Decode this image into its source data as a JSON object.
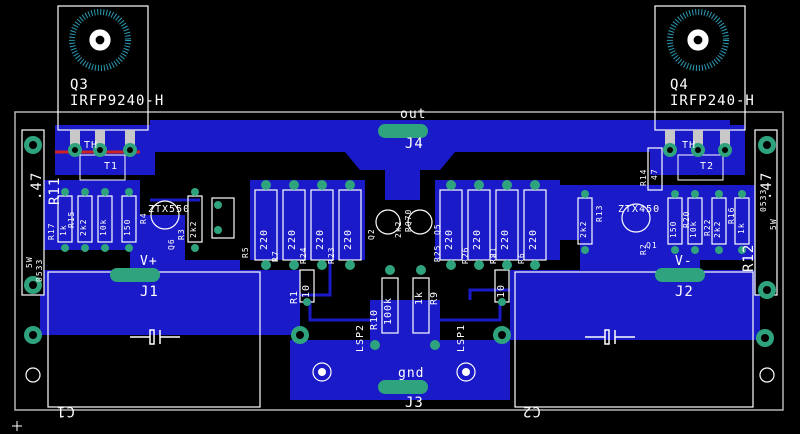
{
  "board": {
    "colors": {
      "background": "#000000",
      "copper": "#1a1ac8",
      "pad": "#2fa37e",
      "silkscreen": "#ffffff",
      "outline": "#b4b4b4",
      "drill": "#000000",
      "highlight": "#cc2222"
    },
    "connectors": {
      "out_label": "out",
      "out_name": "J4",
      "gnd_label": "gnd",
      "gnd_name": "J3",
      "vplus_label": "V+",
      "vplus_name": "J1",
      "vminus_label": "V-",
      "vminus_name": "J2",
      "lsp1": "LSP1",
      "lsp2": "LSP2"
    },
    "transistors": {
      "q3_name": "Q3",
      "q3_value": "IRFP9240-H",
      "q4_name": "Q4",
      "q4_value": "IRFP240-H",
      "q1": "Q1",
      "q2": "Q2",
      "q5": "Q5",
      "q6": "Q6",
      "ztx550": "ZTX550",
      "ztx450": "ZTX450",
      "t1": "T1",
      "t2": "T2",
      "th": "TH",
      "th2": "TH"
    },
    "capacitors": {
      "c1": "C1",
      "c2": "C2"
    },
    "resistors": {
      "r1": "R1",
      "r1_val": "10",
      "r2": "R2",
      "r2_val": "220",
      "r3": "R3",
      "r3_val": "2k2",
      "r4": "R4",
      "r4_val": "150",
      "r5": "R5",
      "r5_val": "220",
      "r6": "R6",
      "r6_val": "220",
      "r7": "R7",
      "r7_val": "220",
      "r8": "R8",
      "r8_val": "10",
      "r9": "R9",
      "r9_val": "1k",
      "r10": "R10",
      "r10_val": "100k",
      "r11": "R11",
      "r11_val": ".47",
      "r11_rating": "5W",
      "r11_type": "0533",
      "r12": "R12",
      "r12_val": ".47",
      "r12_rating": "5W",
      "r12_type": "0533",
      "r13": "R13",
      "r13_val": "2k2",
      "r14": "R14",
      "r14_val": "47",
      "r15": "R15",
      "r15_val": "2k2",
      "r16": "R16",
      "r16_val": "1k",
      "r17": "R17",
      "r17_val": "1k",
      "r18": "R18",
      "r18_val": "150",
      "r19": "R19",
      "r19_val": "10k",
      "r20": "R20",
      "r20_val": "10k",
      "r21": "R21",
      "r21_val": "220",
      "r22": "R22",
      "r22_val": "2k2",
      "r23": "R23",
      "r23_val": "220",
      "r24": "R24",
      "r24_val": "220",
      "r25": "R25",
      "r25_val": "220",
      "r26": "R26",
      "r26_val": "220",
      "r_mid": "2k2",
      "q_mid": "RQ70",
      "mid_val": "100"
    }
  }
}
